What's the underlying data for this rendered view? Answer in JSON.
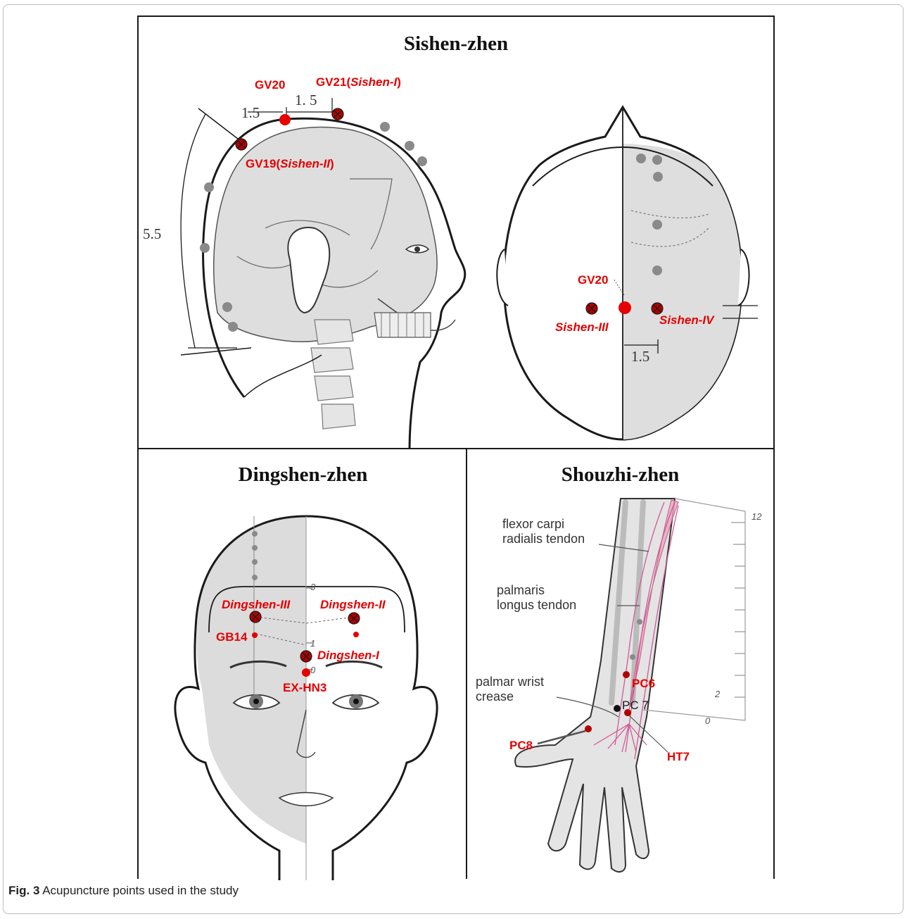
{
  "figure": {
    "caption_label": "Fig. 3",
    "caption_text": "Acupuncture points used in the study"
  },
  "panels": {
    "sishen": {
      "title": "Sishen-zhen",
      "labels": {
        "gv20": "GV20",
        "gv21_main": "GV21(",
        "gv21_alias": "Sishen-I",
        "gv21_close": ")",
        "gv19_main": "GV19(",
        "gv19_alias": "Sishen-II",
        "gv19_close": ")",
        "gv20_top": "GV20",
        "sishen_iii": "Sishen-III",
        "sishen_iv": "Sishen-IV"
      },
      "measurements": {
        "m1": "1.5",
        "m2": "1. 5",
        "m3": "5.5",
        "m4": "1.5"
      }
    },
    "dingshen": {
      "title": "Dingshen-zhen",
      "labels": {
        "dingshen_iii": "Dingshen-III",
        "dingshen_ii": "Dingshen-II",
        "dingshen_i": "Dingshen-I",
        "gb14": "GB14",
        "ex_hn3": "EX-HN3"
      },
      "scale": {
        "s3": "3",
        "s1": "1",
        "s0": "0"
      }
    },
    "shouzhi": {
      "title": "Shouzhi-zhen",
      "anatomy": {
        "flexor_l1": "flexor carpi",
        "flexor_l2": "radialis tendon",
        "palmaris_l1": "palmaris",
        "palmaris_l2": "longus tendon",
        "crease_l1": "palmar wrist",
        "crease_l2": "crease"
      },
      "labels": {
        "pc6": "PC6",
        "pc7": "PC 7",
        "ht7": "HT7",
        "pc8": "PC8"
      },
      "ruler": {
        "t12": "12",
        "t2": "2",
        "t0": "0"
      }
    }
  },
  "colors": {
    "point_red": "#e60000",
    "point_dark_red": "#b00000",
    "bone_grey": "#d9d9d9",
    "marker_grey": "#8a8a8a",
    "tendon_pink": "#e07aa8",
    "outline": "#1a1a1a"
  }
}
